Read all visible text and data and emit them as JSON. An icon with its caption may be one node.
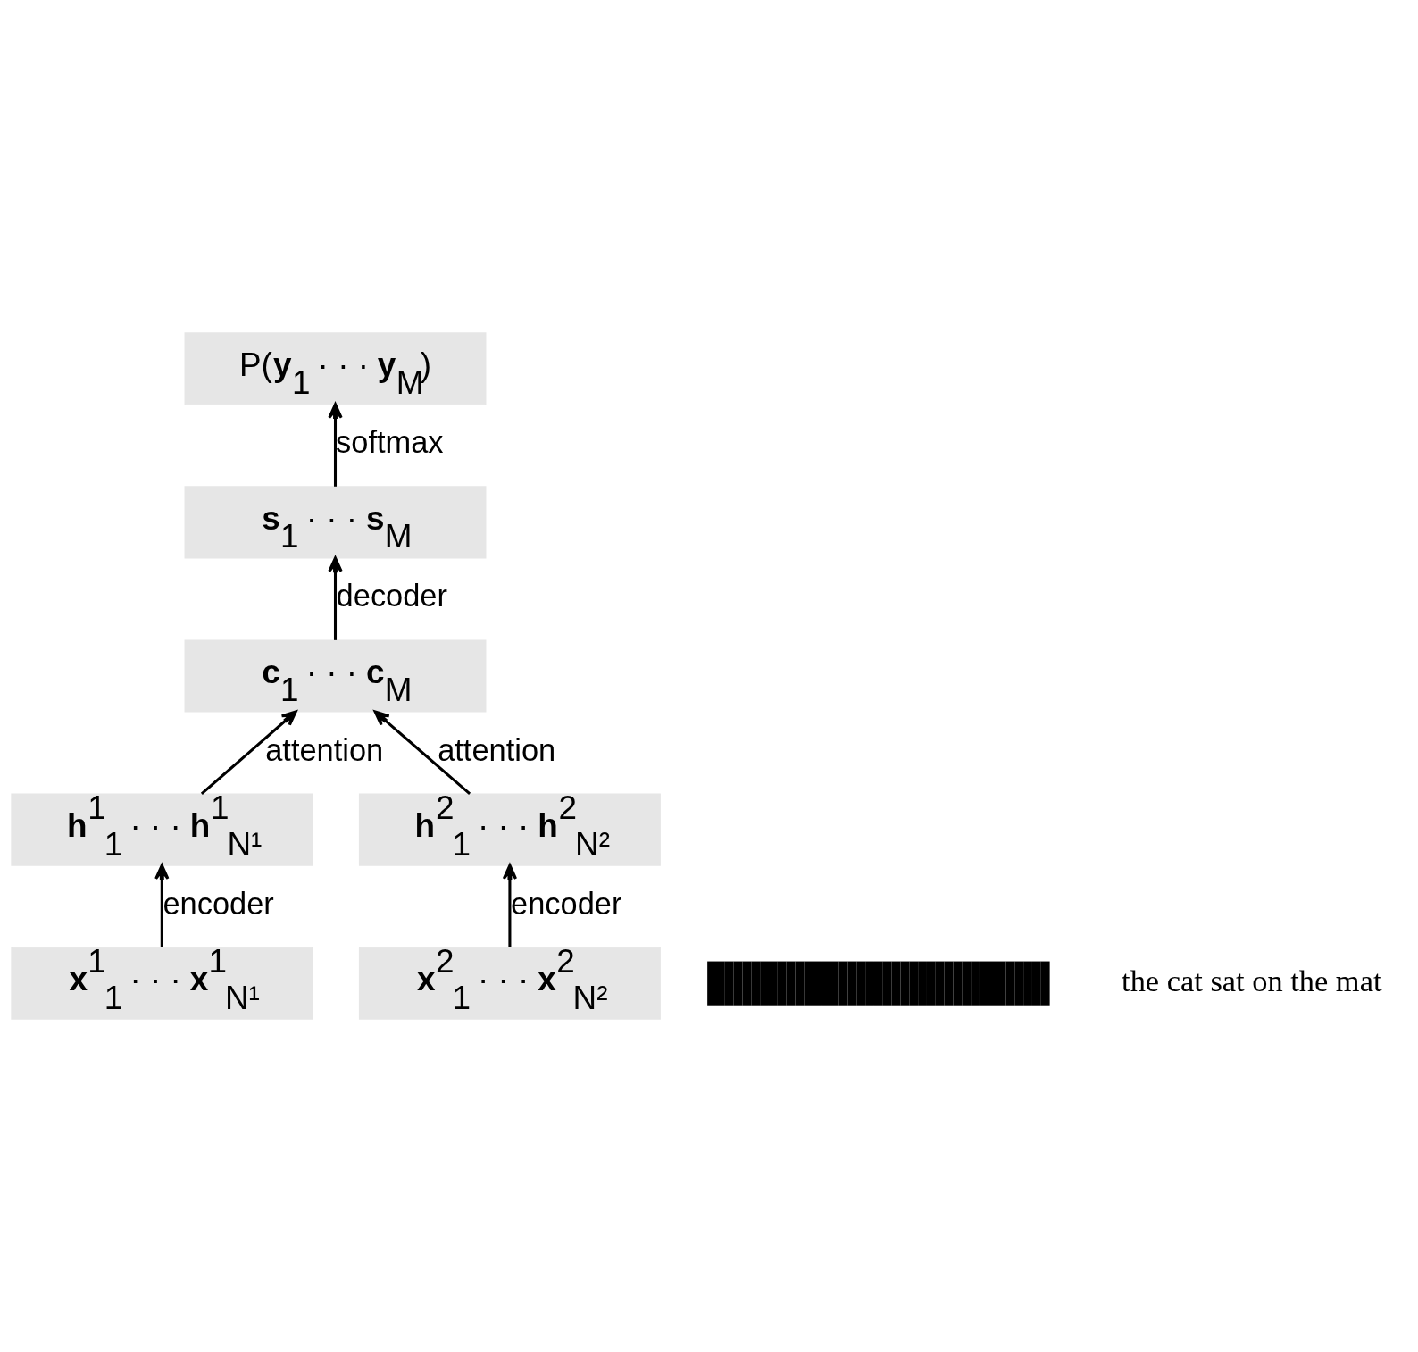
{
  "diagram": {
    "nodes": [
      {
        "text": [
          "P(**y**$_{1}$ · · · **y**$_{M}$)"
        ]
      },
      {
        "text": [
          "**s**$_{1}$ · · · **s**$_{M}$"
        ]
      },
      {
        "text": [
          "**c**$_{1}$ · · · **c**$_{M}$"
        ]
      },
      {
        "text": [
          "**h**$^{1}$$_{1}$ · · · **h**$^{1}$$_{N¹}$"
        ]
      },
      {
        "text": [
          "**h**$^{2}$$_{1}$ · · · **h**$^{2}$$_{N²}$"
        ]
      },
      {
        "text": [
          "**x**$^{1}$$_{1}$ · · · **x**$^{1}$$_{N¹}$"
        ]
      },
      {
        "text": [
          "**x**$^{2}$$_{1}$ · · · **x**$^{2}$$_{N²}$"
        ]
      },
      {
        "text": [],
        "shape": "picture"
      }
    ],
    "edges": [
      {
        "from": 1,
        "to": 0,
        "arrow": "to",
        "label": "softmax"
      },
      {
        "from": 2,
        "to": 1,
        "arrow": "to",
        "label": "decoder"
      },
      {
        "from": 3,
        "to": 2,
        "arrow": "to",
        "label": "attention"
      },
      {
        "from": 4,
        "to": 2,
        "arrow": "to",
        "label": "attention"
      },
      {
        "from": 5,
        "to": 3,
        "arrow": "to",
        "label": "encoder"
      },
      {
        "from": 6,
        "to": 4,
        "arrow": "to",
        "label": "encoder"
      }
    ],
    "labels": [
      "the cat sat on the mat"
    ]
  }
}
